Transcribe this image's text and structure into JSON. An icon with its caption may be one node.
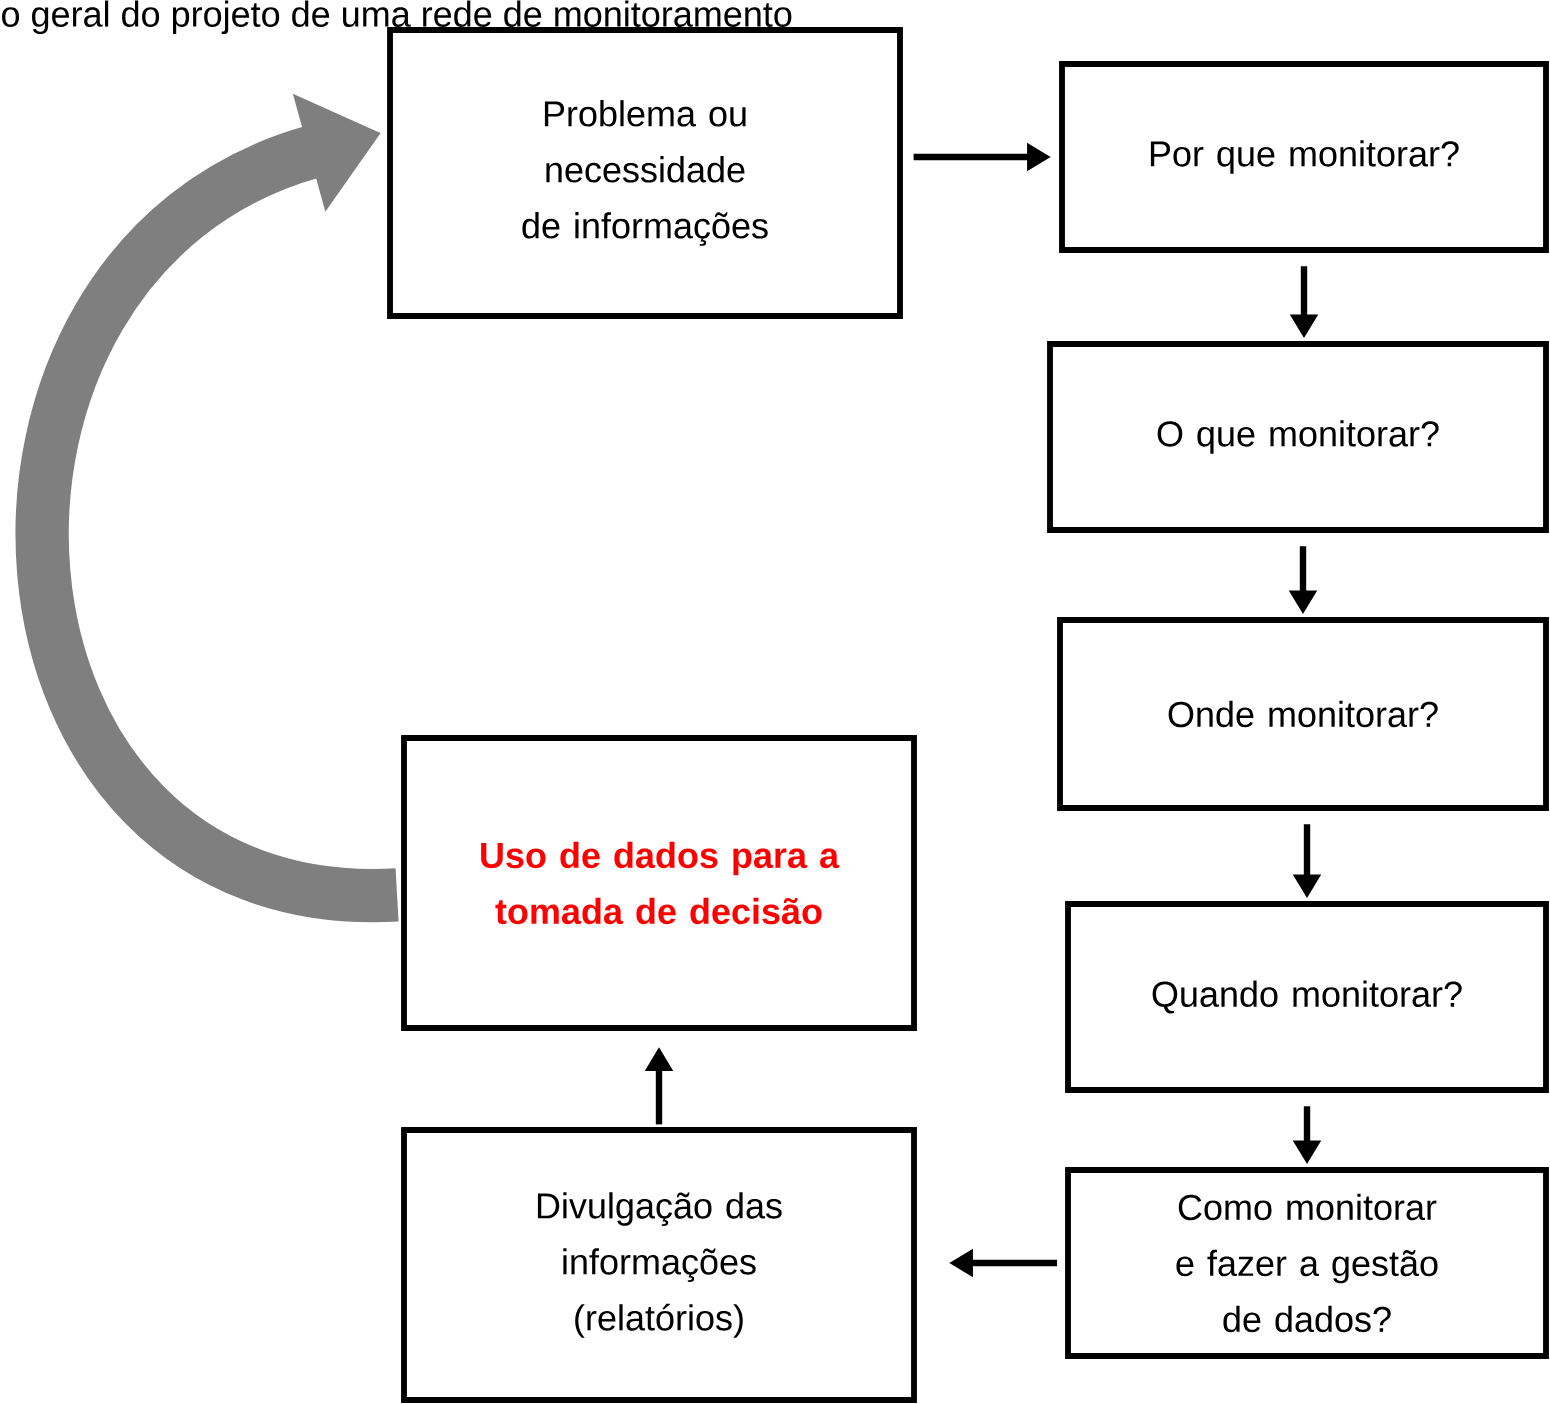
{
  "diagram": {
    "title": "o geral do projeto de uma rede de monitoramento",
    "nodes": [
      {
        "text": [
          "Problema ou necessidade de informações"
        ]
      },
      {
        "text": [
          "Por que monitorar?"
        ]
      },
      {
        "text": [
          "O que monitorar?"
        ]
      },
      {
        "text": [
          "Onde monitorar?"
        ]
      },
      {
        "text": [
          "Quando monitorar?"
        ]
      },
      {
        "text": [
          "Como monitorar e fazer a gestão de dados?"
        ]
      },
      {
        "text": [
          "Uso de dados para a tomada de decisão"
        ]
      },
      {
        "text": [
          "Divulgação das informações (relatórios)"
        ]
      }
    ],
    "edges": [
      {
        "from": 0,
        "to": 1,
        "arrow": "to"
      },
      {
        "from": 1,
        "to": 2,
        "arrow": "to"
      },
      {
        "from": 2,
        "to": 3,
        "arrow": "to"
      },
      {
        "from": 3,
        "to": 4,
        "arrow": "to"
      },
      {
        "from": 4,
        "to": 5,
        "arrow": "to"
      },
      {
        "from": 5,
        "to": 7,
        "arrow": "to"
      },
      {
        "from": 7,
        "to": 6,
        "arrow": "to"
      },
      {
        "from": 6,
        "to": 0,
        "arrow": "to",
        "style": "thick",
        "color": "#7f7f7f"
      }
    ]
  }
}
